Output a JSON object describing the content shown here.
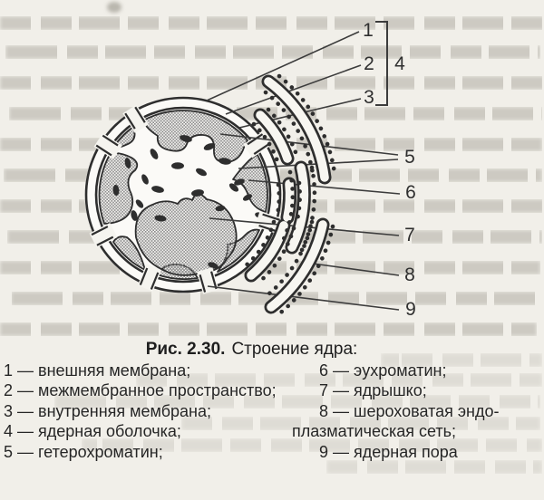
{
  "figure": {
    "caption": {
      "label": "Рис. 2.30.",
      "title": "Строение ядра:"
    },
    "callouts": [
      "1",
      "2",
      "3",
      "4",
      "5",
      "6",
      "7",
      "8",
      "9"
    ],
    "legend_left": [
      "1 — внешняя мембрана;",
      "2 — межмембранное пространство;",
      "3 — внутренняя мембрана;",
      "4 — ядерная оболочка;",
      "5 — гетерохроматин;"
    ],
    "legend_right": [
      "6 — эухроматин;",
      "7 — ядрышко;",
      "8 — шероховатая эндо-",
      "плазматическая сеть;",
      "9 — ядерная пора"
    ]
  },
  "colors": {
    "paper": "#f1efe9",
    "ink": "#2e2e2e",
    "halftone_gray": "#8a8a8a",
    "bleed_text_gray": "#98948a"
  }
}
